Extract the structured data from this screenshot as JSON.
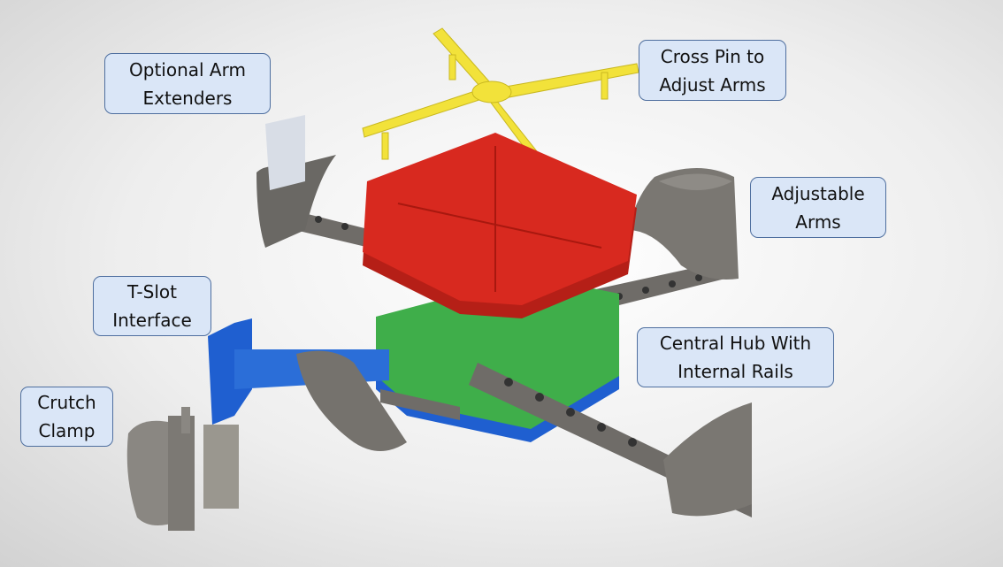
{
  "callouts": {
    "arm_extenders": {
      "line1": "Optional Arm",
      "line2": "Extenders"
    },
    "cross_pin": {
      "line1": "Cross Pin to",
      "line2": "Adjust Arms"
    },
    "adjustable_arms": {
      "line1": "Adjustable",
      "line2": "Arms"
    },
    "t_slot": {
      "line1": "T-Slot",
      "line2": "Interface"
    },
    "central_hub": {
      "line1": "Central Hub With",
      "line2": "Internal Rails"
    },
    "crutch_clamp": {
      "line1": "Crutch",
      "line2": "Clamp"
    }
  },
  "colors": {
    "cross_pin": "#f2e23a",
    "top_plate": "#d8291f",
    "hub_green": "#3fae4a",
    "hub_blue": "#1f5fd0",
    "arms_gray": "#77746f",
    "callout_fill": "#dae6f7",
    "callout_border": "#4f6f9f"
  }
}
